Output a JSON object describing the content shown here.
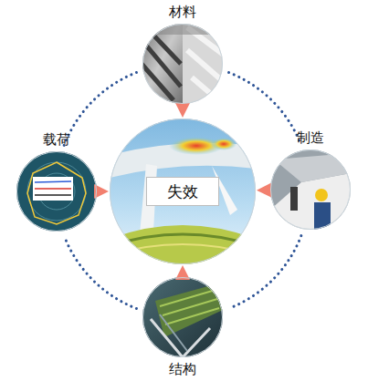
{
  "diagram": {
    "nodes": [
      {
        "text": [
          "材料"
        ]
      },
      {
        "text": [
          "载荷"
        ]
      },
      {
        "text": [
          "失效"
        ]
      },
      {
        "text": [
          "制造"
        ]
      },
      {
        "text": [
          "结构"
        ]
      }
    ],
    "edges": [
      {
        "from": 0,
        "to": 2,
        "arrow": "to"
      },
      {
        "from": 1,
        "to": 2,
        "arrow": "to"
      },
      {
        "from": 3,
        "to": 2,
        "arrow": "to"
      },
      {
        "from": 4,
        "to": 2,
        "arrow": "to"
      },
      {
        "from": 0,
        "to": 3,
        "arrow": "none"
      },
      {
        "from": 3,
        "to": 4,
        "arrow": "none"
      },
      {
        "from": 4,
        "to": 1,
        "arrow": "none"
      },
      {
        "from": 1,
        "to": 0,
        "arrow": "none"
      }
    ]
  }
}
